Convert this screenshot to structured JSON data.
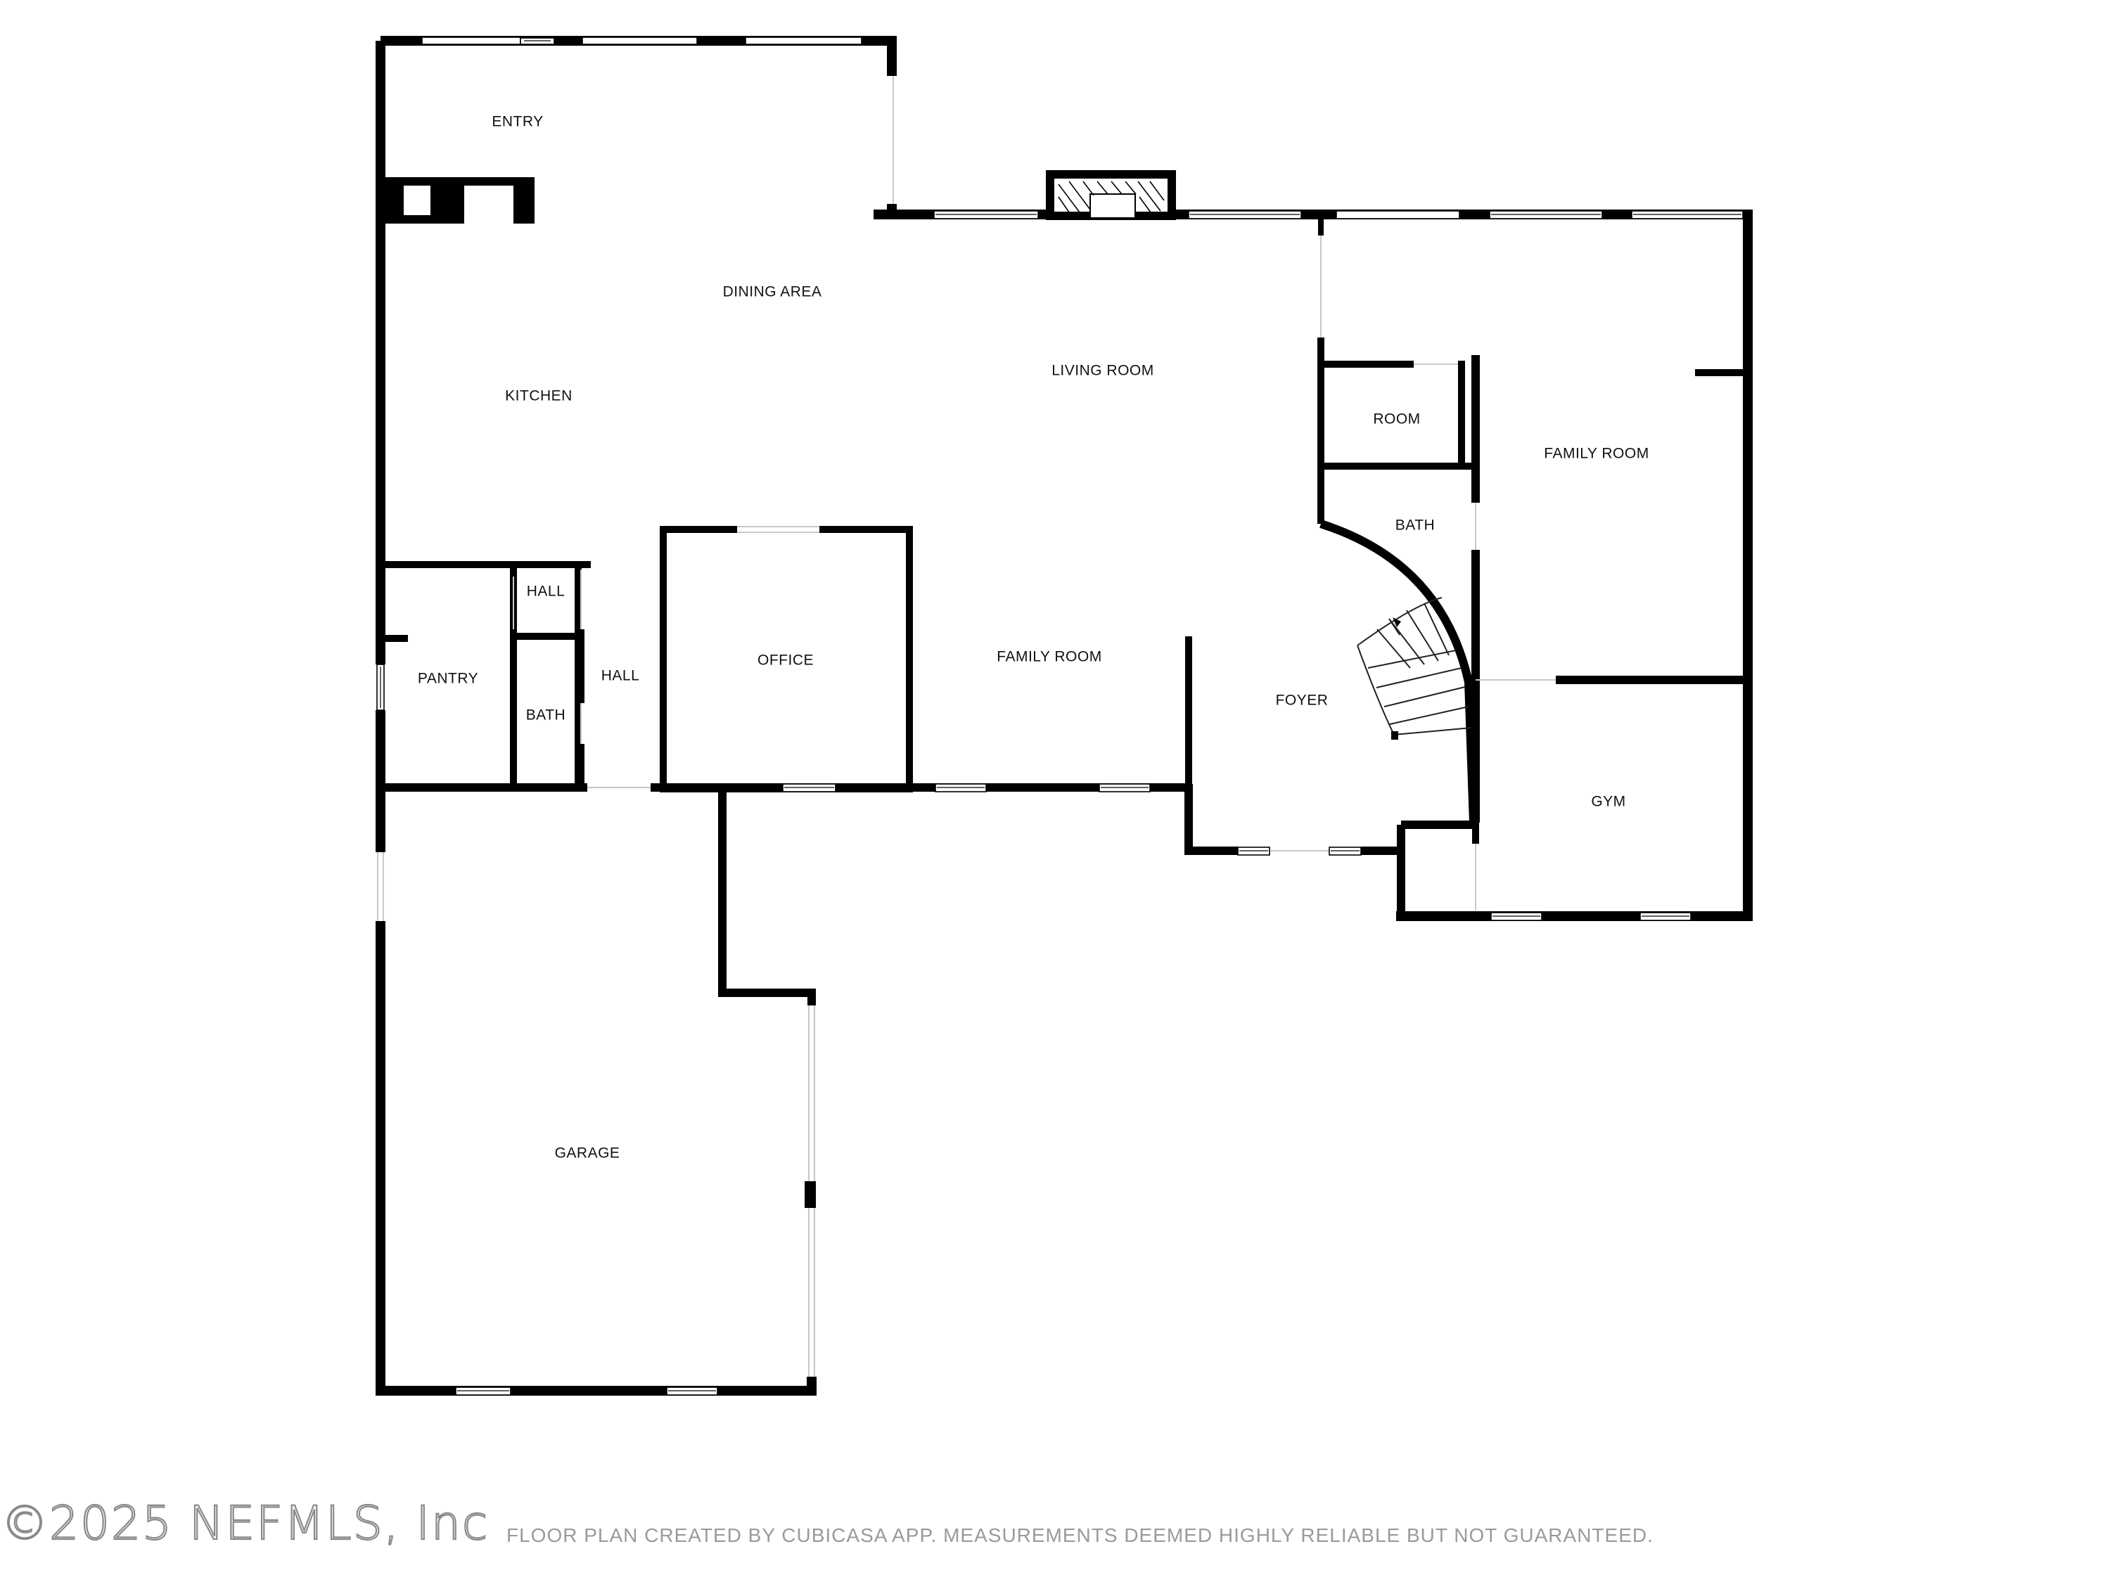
{
  "rooms": {
    "entry": "ENTRY",
    "dining_area": "DINING AREA",
    "kitchen": "KITCHEN",
    "living_room": "LIVING ROOM",
    "room": "ROOM",
    "family_room_right": "FAMILY ROOM",
    "bath_upper": "BATH",
    "hall_upper": "HALL",
    "pantry": "PANTRY",
    "bath_lower": "BATH",
    "hall_lower": "HALL",
    "office": "OFFICE",
    "family_room_center": "FAMILY ROOM",
    "foyer": "FOYER",
    "gym": "GYM",
    "garage": "GARAGE"
  },
  "footer": {
    "copyright": "©2025 NEFMLS, Inc",
    "disclaimer": "FLOOR PLAN CREATED BY CUBICASA APP. MEASUREMENTS DEEMED HIGHLY RELIABLE BUT NOT GUARANTEED."
  },
  "colors": {
    "wall": "#000000",
    "background": "#ffffff",
    "footer_text": "#9a9a9a"
  }
}
